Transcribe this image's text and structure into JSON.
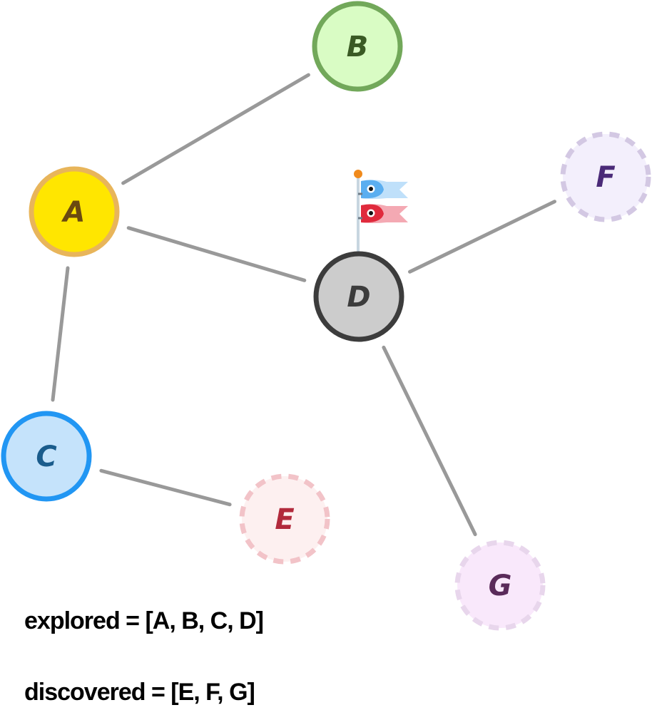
{
  "nodes": [
    {
      "id": "A",
      "label": "A",
      "state": "explored",
      "fill": "#ffe600",
      "stroke": "#e8b55a",
      "text": "#6b4a10",
      "dashed": false
    },
    {
      "id": "B",
      "label": "B",
      "state": "explored",
      "fill": "#d9fcc4",
      "stroke": "#72a85a",
      "text": "#3a5a24",
      "dashed": false
    },
    {
      "id": "C",
      "label": "C",
      "state": "explored",
      "fill": "#c5e3fb",
      "stroke": "#2196f3",
      "text": "#1a5c8c",
      "dashed": false
    },
    {
      "id": "D",
      "label": "D",
      "state": "current",
      "fill": "#cccccc",
      "stroke": "#3c3c3c",
      "text": "#3c3c3c",
      "dashed": false
    },
    {
      "id": "E",
      "label": "E",
      "state": "discovered",
      "fill": "#fdf0f0",
      "stroke": "#f2c3c8",
      "text": "#b22a3c",
      "dashed": true
    },
    {
      "id": "F",
      "label": "F",
      "state": "discovered",
      "fill": "#f3effc",
      "stroke": "#d3c8e3",
      "text": "#4a2a78",
      "dashed": true
    },
    {
      "id": "G",
      "label": "G",
      "state": "discovered",
      "fill": "#f9e8fb",
      "stroke": "#e8d6ec",
      "text": "#5a2a5a",
      "dashed": true
    }
  ],
  "edges": [
    [
      "A",
      "B"
    ],
    [
      "A",
      "D"
    ],
    [
      "A",
      "C"
    ],
    [
      "D",
      "F"
    ],
    [
      "D",
      "G"
    ],
    [
      "C",
      "E"
    ]
  ],
  "edge_color": "#999999",
  "current_marker": {
    "node": "D",
    "icon": "carp-streamer-flag-icon",
    "fish_colors": [
      "#5aaef0",
      "#e02a3c"
    ],
    "pole_tip_color": "#f08a1c"
  },
  "captions": {
    "explored": "explored = [A, B, C, D]",
    "discovered": "discovered = [E, F, G]"
  }
}
